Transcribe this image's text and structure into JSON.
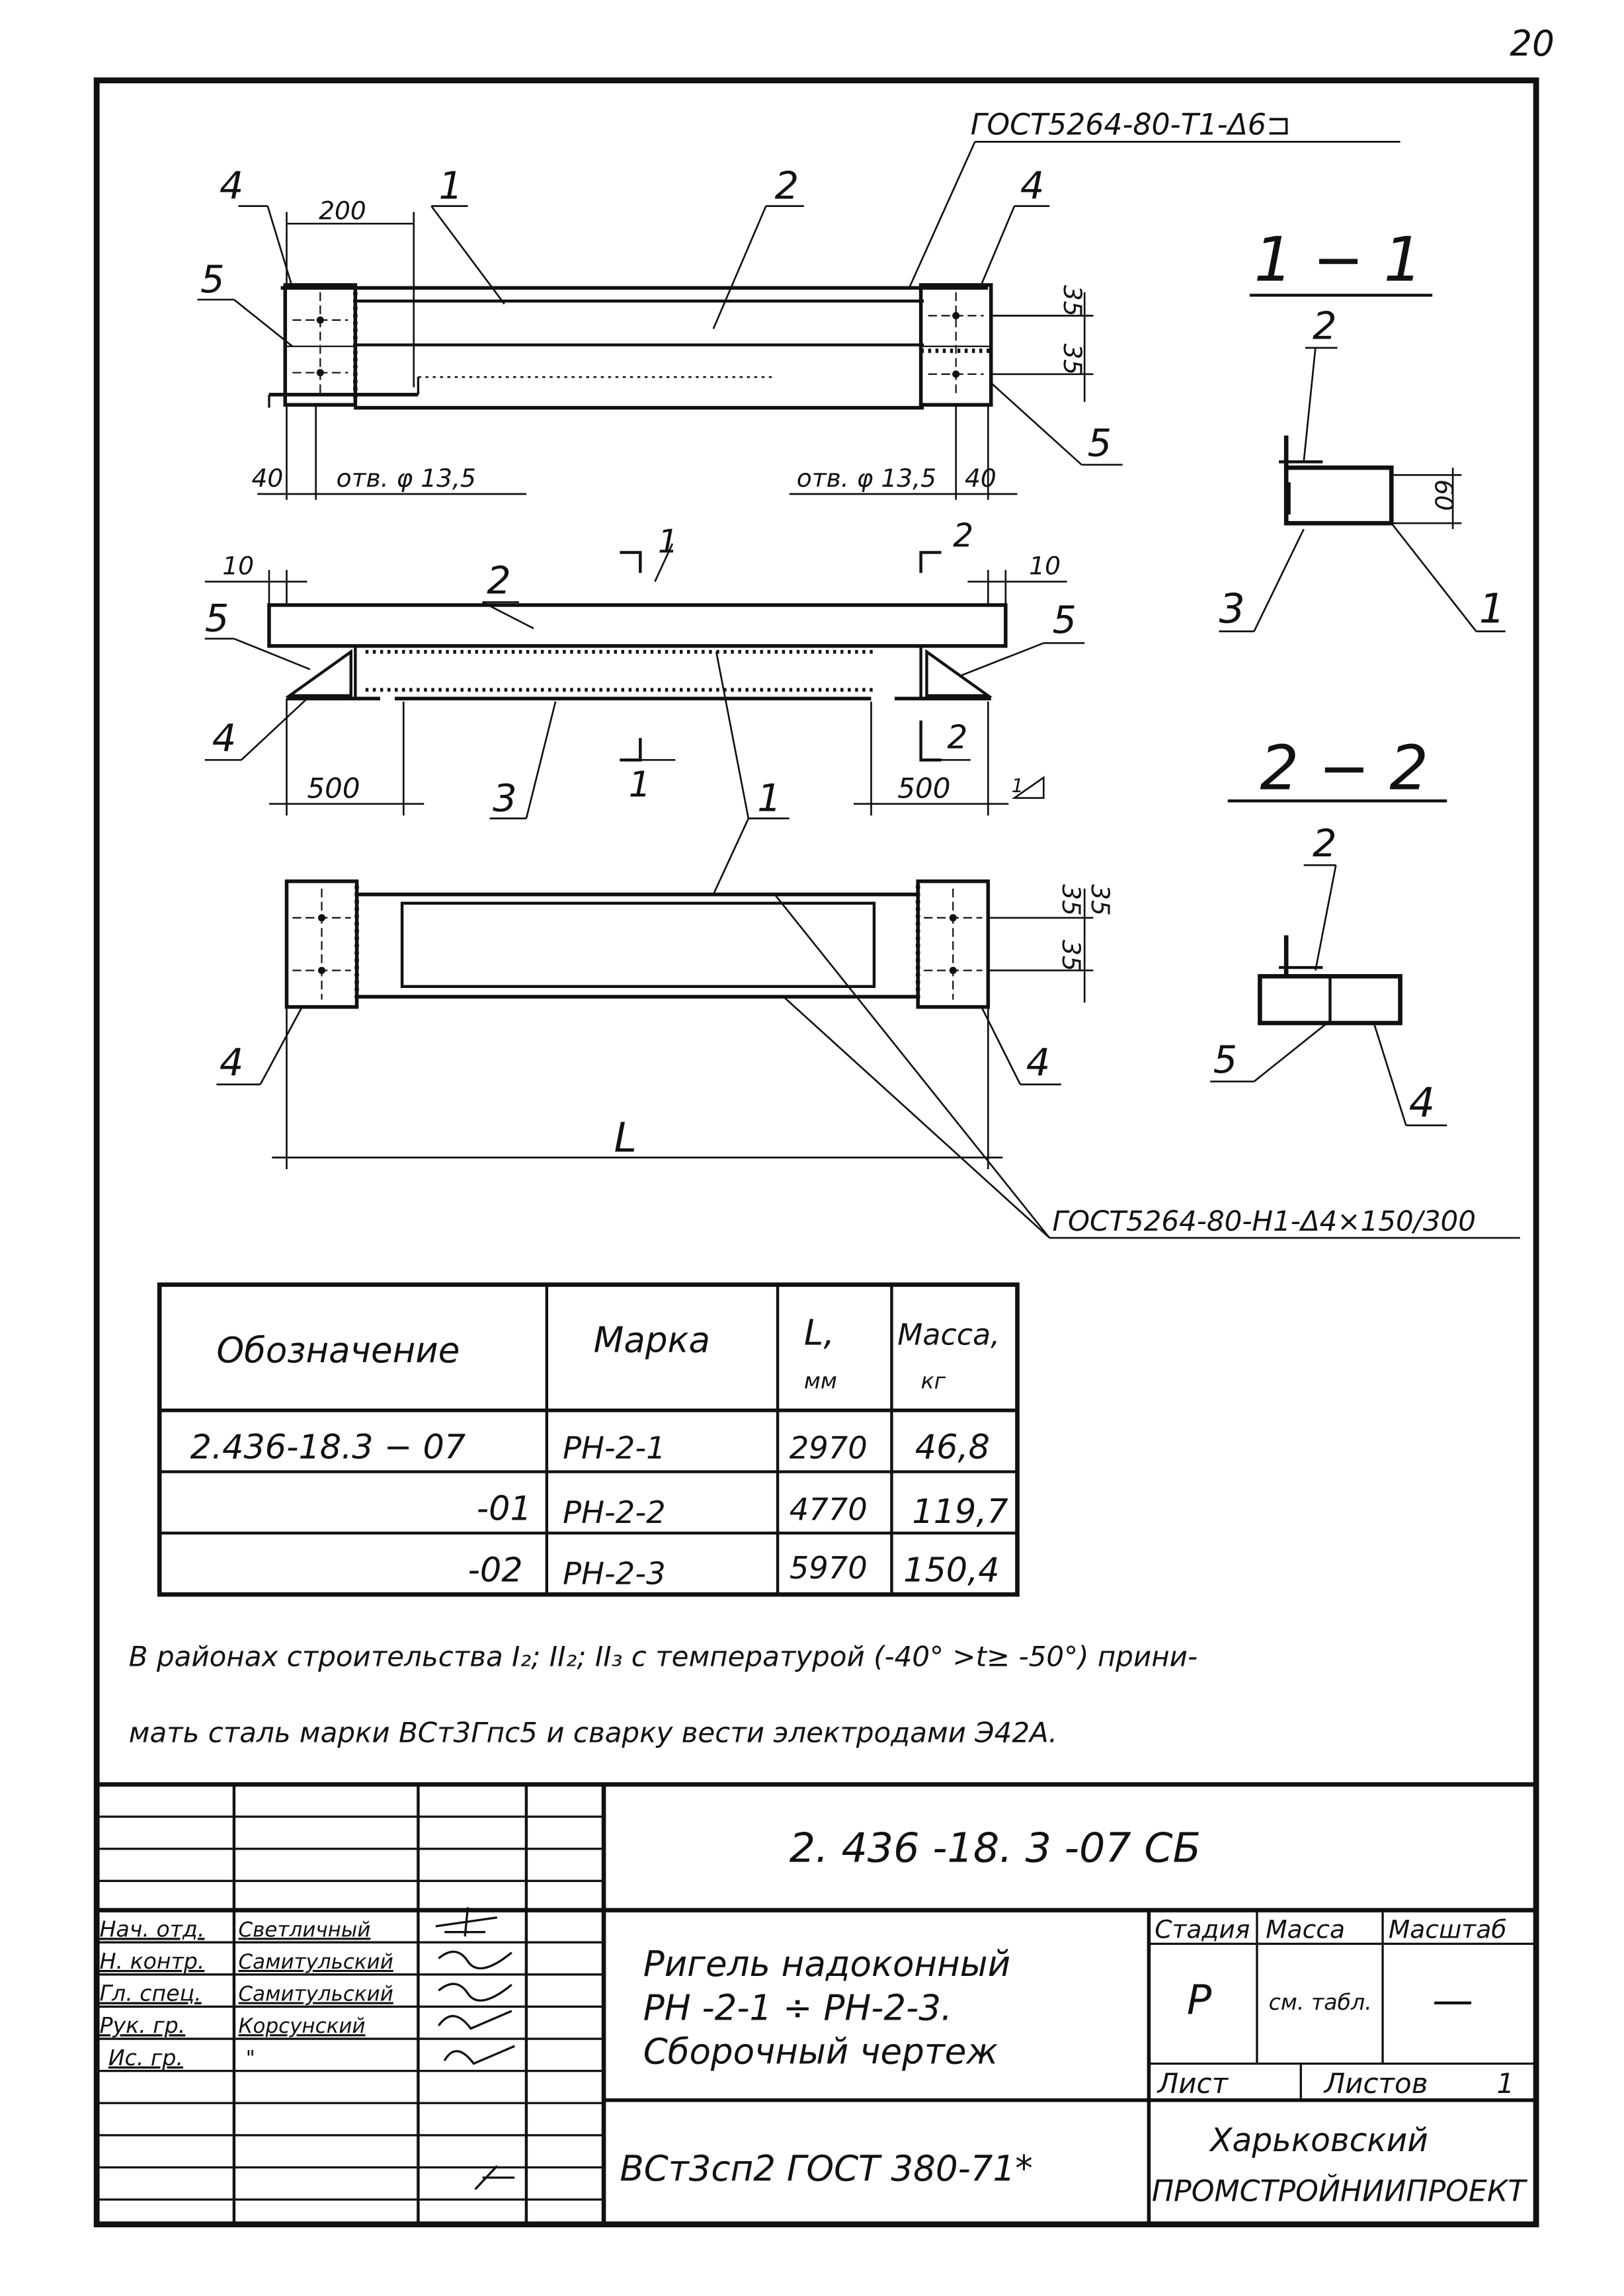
{
  "page_number": "20",
  "weld_top": "ГОСТ5264-80-Т1-Δ6⊐",
  "weld_bottom": "ГОСТ5264-80-Н1-Δ4×150/300",
  "dims": {
    "d200": "200",
    "d40_left": "40",
    "hole_left": "отв. φ 13,5",
    "hole_right": "отв. φ 13,5",
    "d40_right": "40",
    "d35_a": "35",
    "d35_b": "35",
    "d10_left": "10",
    "d10_right": "10",
    "d500_left": "500",
    "d500_right": "500",
    "d35_c": "35",
    "d35_d": "35",
    "d35_e": "35",
    "d60": "60",
    "L": "L"
  },
  "callouts": {
    "c1_top": "1",
    "c2_top": "2",
    "c4_top_left": "4",
    "c4_top_right": "4",
    "c5_top_left": "5",
    "c5_top_right": "5",
    "c2_mid": "2",
    "c5_mid_left": "5",
    "c5_mid_right": "5",
    "c4_mid": "4",
    "c3_bot": "3",
    "c1_bot": "1",
    "c4_bot_left": "4",
    "c4_bot_right": "4",
    "cut1_top": "1",
    "cut1_bottom": "1",
    "cut2_top": "2",
    "cut2_bottom": "2",
    "c1_tri": "1"
  },
  "section_1": {
    "title": "1 − 1",
    "c2": "2",
    "c3": "3",
    "c1": "1"
  },
  "section_2": {
    "title": "2 − 2",
    "c2": "2",
    "c5": "5",
    "c4": "4"
  },
  "spec_table": {
    "headers": {
      "designation": "Обозначение",
      "mark": "Марка",
      "length": "L,",
      "length_unit": "мм",
      "mass": "Масса,",
      "mass_unit": "кг"
    },
    "rows": [
      {
        "designation": "2.436-18.3 − 07",
        "mark": "РН-2-1",
        "length": "2970",
        "mass": "46,8"
      },
      {
        "designation": "-01",
        "mark": "РН-2-2",
        "length": "4770",
        "mass": "119,7"
      },
      {
        "designation": "-02",
        "mark": "РН-2-3",
        "length": "5970",
        "mass": "150,4"
      }
    ]
  },
  "note": {
    "line1": "В районах строительства I₂; II₂; II₃ с температурой (-40° >t≥ -50°) прини-",
    "line2": "мать сталь марки ВСт3Гпс5 и сварку вести электродами Э42А."
  },
  "title_block": {
    "code": "2. 436 -18. 3 -07 СБ",
    "roles": [
      "Нач. отд.",
      "Н. контр.",
      "Гл. спец.",
      "Рук. гр.",
      "Ис. гр."
    ],
    "names": [
      "Светличный",
      "Самитульский",
      "Самитульский",
      "Корсунский",
      "\""
    ],
    "stage_label": "Стадия",
    "mass_label": "Масса",
    "scale_label": "Масштаб",
    "stage_value": "Р",
    "mass_value": "см. табл.",
    "scale_value": "—",
    "sheet_label": "Лист",
    "sheets_label": "Листов",
    "sheets_value": "1",
    "title_line1": "Ригель надоконный",
    "title_line2": "РН -2-1 ÷ РН-2-3.",
    "title_line3": "Сборочный чертеж",
    "material": "ВСт3сп2  ГОСТ 380-71*",
    "org_line1": "Харьковский",
    "org_line2": "ПРОМСТРОЙНИИПРОЕКТ"
  }
}
